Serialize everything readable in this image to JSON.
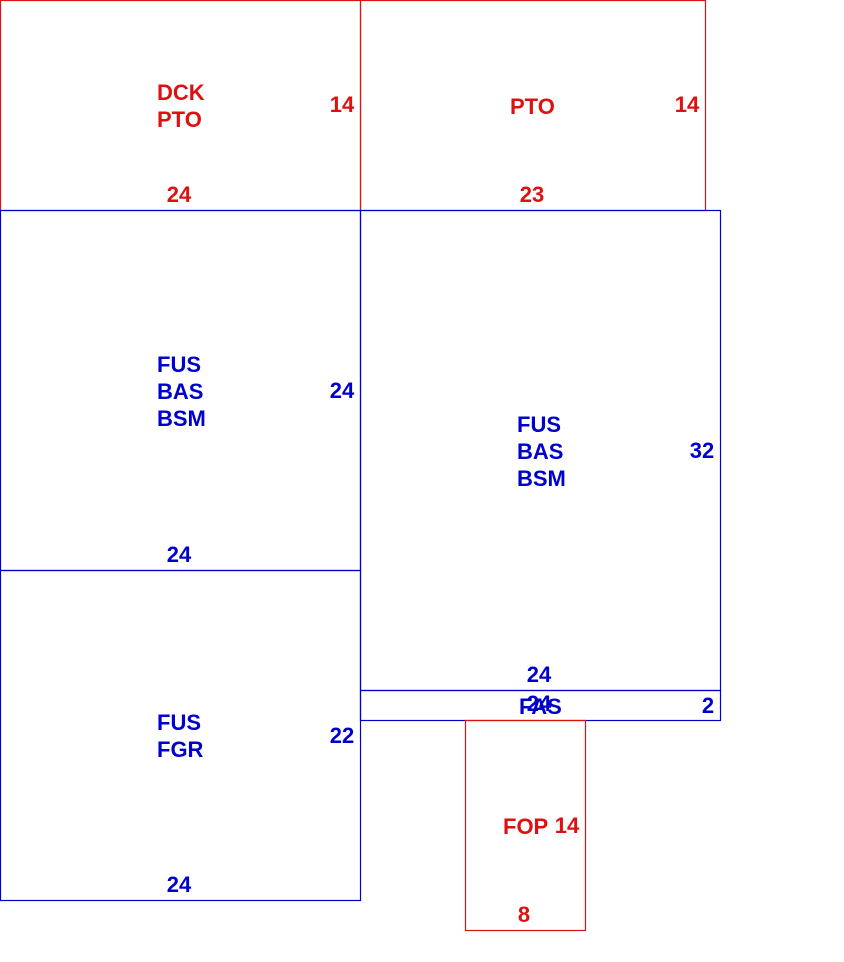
{
  "colors": {
    "primary": "#0000cc",
    "secondary": "#dd1111"
  },
  "areas": [
    {
      "id": "dck-pto",
      "color": "secondary",
      "labels": [
        "DCK",
        "PTO"
      ],
      "width": "24",
      "depth": "14"
    },
    {
      "id": "pto",
      "color": "secondary",
      "labels": [
        "PTO"
      ],
      "width": "23",
      "depth": "14"
    },
    {
      "id": "fus-bas-bsm-left",
      "color": "primary",
      "labels": [
        "FUS",
        "BAS",
        "BSM"
      ],
      "width": "24",
      "depth": "24"
    },
    {
      "id": "fus-bas-bsm-right",
      "color": "primary",
      "labels": [
        "FUS",
        "BAS",
        "BSM"
      ],
      "width": "24",
      "depth": "32"
    },
    {
      "id": "fus-fgr",
      "color": "primary",
      "labels": [
        "FUS",
        "FGR"
      ],
      "width": "24",
      "depth": "22"
    },
    {
      "id": "fas",
      "color": "primary",
      "labels": [
        "FAS"
      ],
      "width": "24",
      "depth": "2"
    },
    {
      "id": "fop",
      "color": "secondary",
      "labels": [
        "FOP"
      ],
      "width": "8",
      "depth": "14"
    }
  ]
}
